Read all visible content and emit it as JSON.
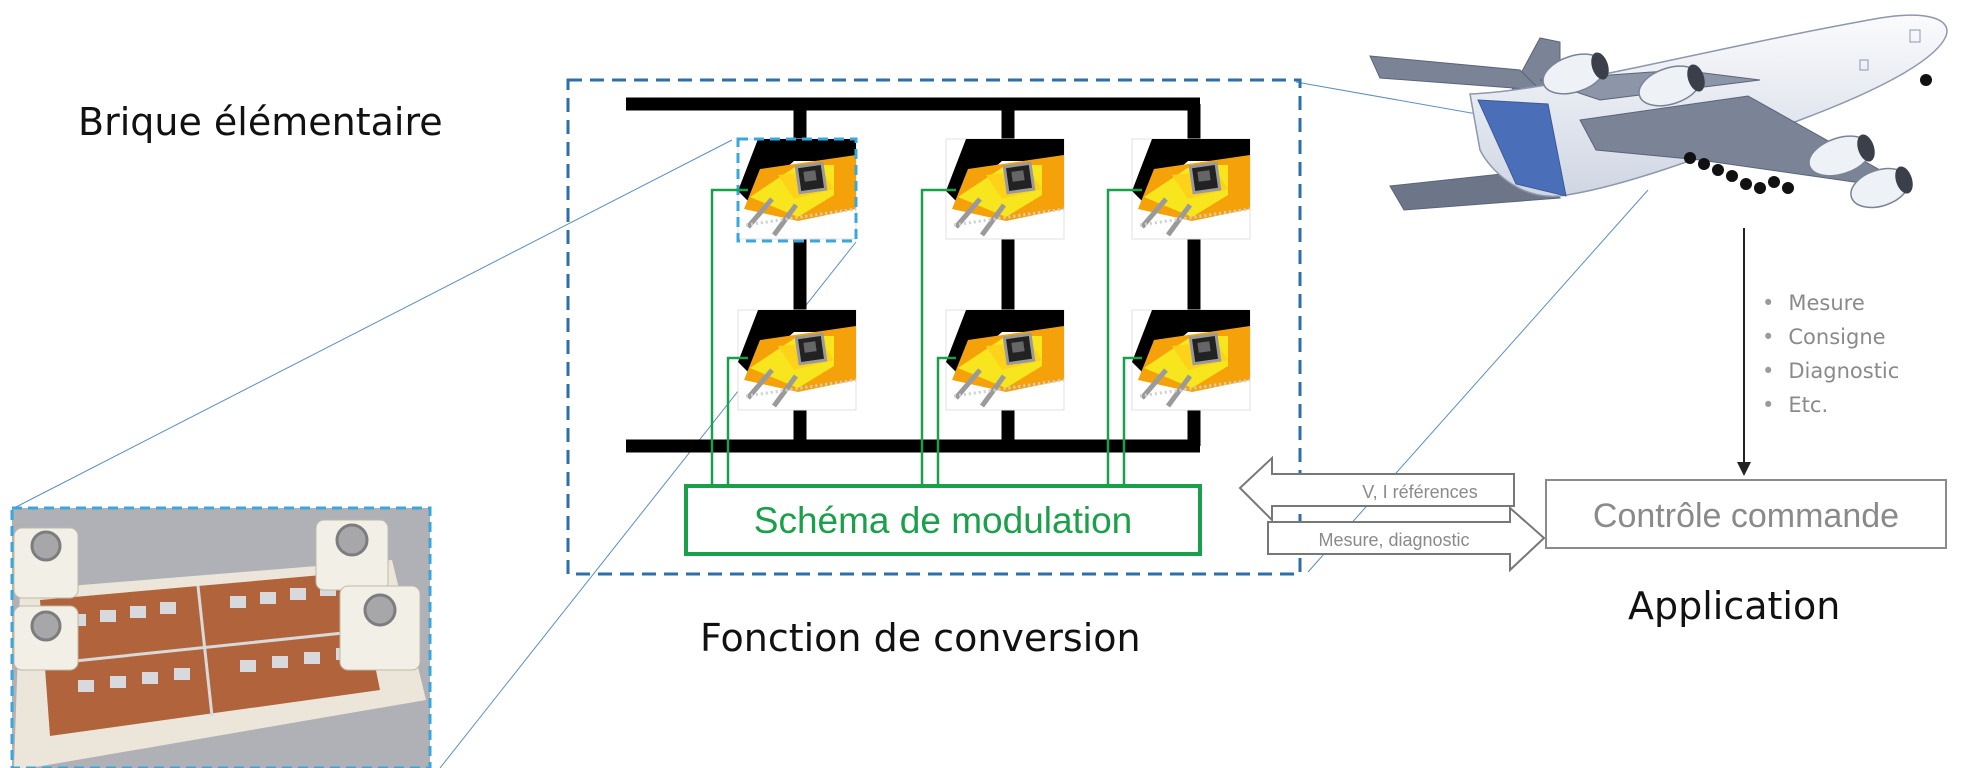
{
  "labels": {
    "brique": "Brique élémentaire",
    "conversion": "Fonction de conversion",
    "application": "Application",
    "modulation": "Schéma de modulation",
    "controle": "Contrôle commande",
    "arrow_in": "V, I références",
    "arrow_out": "Mesure, diagnostic"
  },
  "bullets": [
    "Mesure",
    "Consigne",
    "Diagnostic",
    "Etc."
  ],
  "colors": {
    "dashed_box": "#2e6fa7",
    "module_highlight": "#39a7db",
    "green": "#1aa04a",
    "gray_box": "#8a8a8a",
    "bus": "#000000",
    "yellow": "#f7e51e",
    "orange": "#f5a20a",
    "airplane_fuselage": "#e8ecf3",
    "airplane_tail": "#4a6fb8",
    "airplane_wing": "#7b8496"
  },
  "icons": [
    "power-semiconductor-module-icon",
    "airplane-icon",
    "igbt-module-photo"
  ]
}
